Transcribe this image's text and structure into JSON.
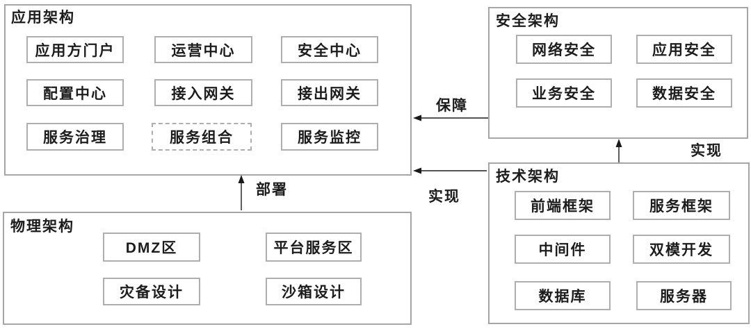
{
  "application_architecture": {
    "title": "应用架构",
    "items": [
      "应用方门户",
      "运营中心",
      "安全中心",
      "配置中心",
      "接入网关",
      "接出网关",
      "服务治理",
      "服务组合",
      "服务监控"
    ]
  },
  "security_architecture": {
    "title": "安全架构",
    "items": [
      "网络安全",
      "应用安全",
      "业务安全",
      "数据安全"
    ]
  },
  "technology_architecture": {
    "title": "技术架构",
    "items": [
      "前端框架",
      "服务框架",
      "中间件",
      "双模开发",
      "数据库",
      "服务器"
    ]
  },
  "physical_architecture": {
    "title": "物理架构",
    "items": [
      "DMZ区",
      "平台服务区",
      "灾备设计",
      "沙箱设计"
    ]
  },
  "arrows": {
    "guarantee_label": "保障",
    "realize_to_app_label": "实现",
    "realize_to_security_label": "实现",
    "deploy_label": "部署"
  },
  "colors": {
    "background": "#ffffff",
    "outer_border": "#a6a6a6",
    "inner_border": "#aeaeae",
    "arrow": "#1a1a1a",
    "text": "#1c1c1c"
  }
}
